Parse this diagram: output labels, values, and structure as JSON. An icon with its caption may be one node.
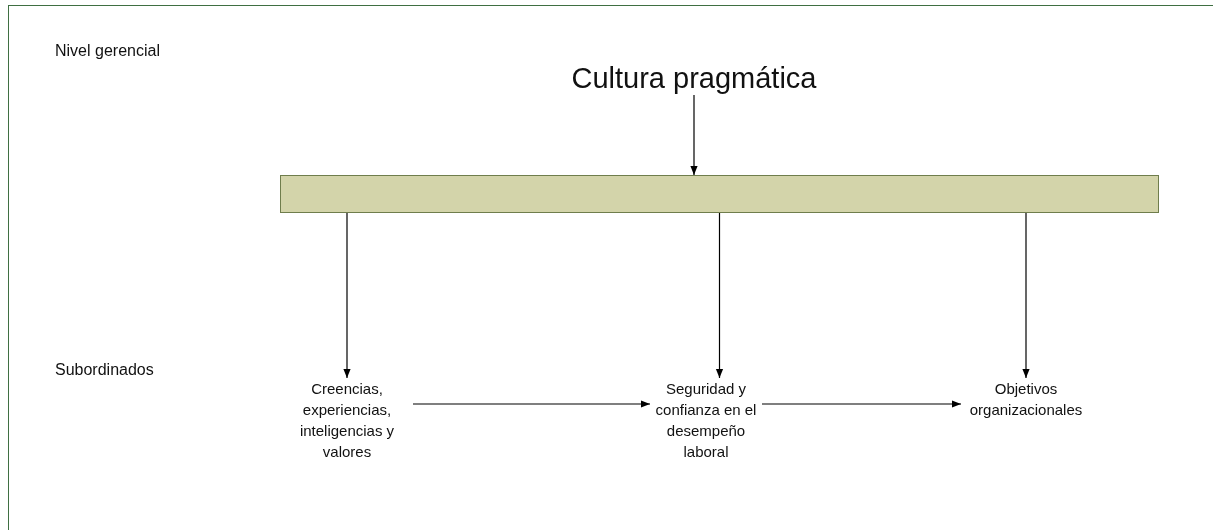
{
  "diagram": {
    "nodes": [
      {
        "text": [
          "Cultura pragmática"
        ]
      },
      {
        "text": [],
        "shape": "bar"
      },
      {
        "text": [
          "Creencias, experiencias, inteligencias y valores"
        ]
      },
      {
        "text": [
          "Seguridad y confianza en el desempeño laboral"
        ]
      },
      {
        "text": [
          "Objetivos organizacionales"
        ]
      }
    ],
    "edges": [
      {
        "from": 0,
        "to": 1,
        "arrow": "to"
      },
      {
        "from": 1,
        "to": 2,
        "arrow": "to"
      },
      {
        "from": 1,
        "to": 3,
        "arrow": "to"
      },
      {
        "from": 1,
        "to": 4,
        "arrow": "to"
      },
      {
        "from": 2,
        "to": 3,
        "arrow": "to"
      },
      {
        "from": 3,
        "to": 4,
        "arrow": "to"
      }
    ],
    "labels": [
      "Nivel gerencial",
      "Subordinados"
    ]
  }
}
